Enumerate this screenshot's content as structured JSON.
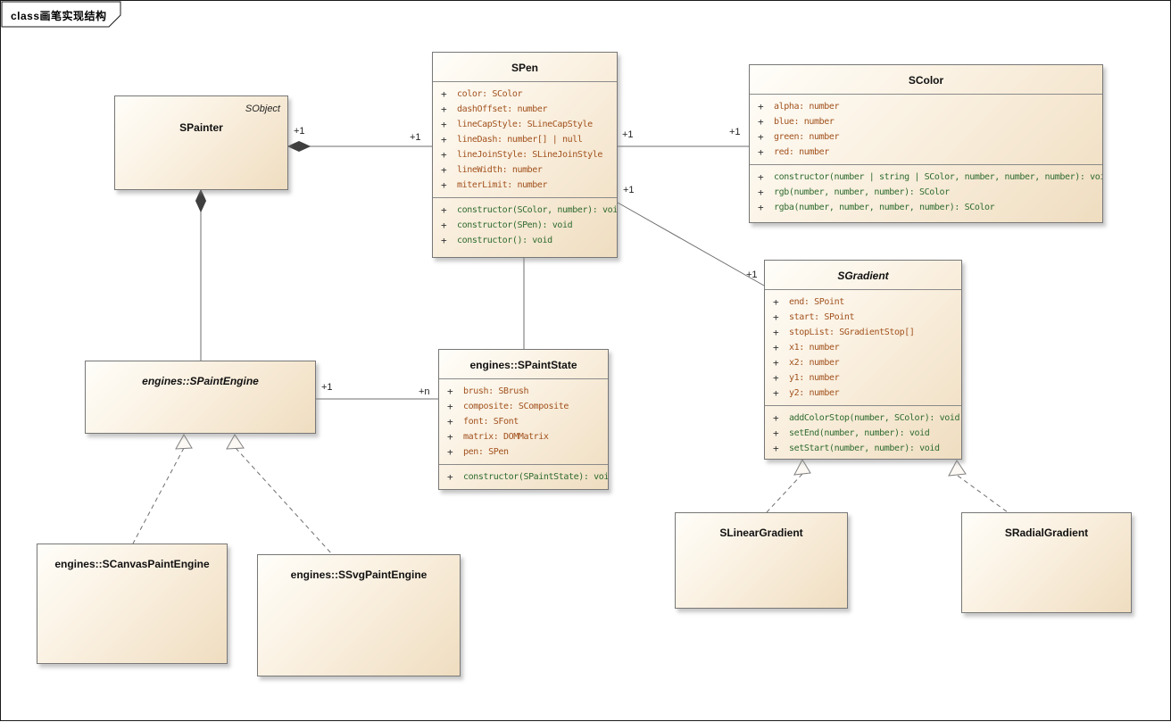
{
  "frame": {
    "label": "class画笔实现结构"
  },
  "ui": {
    "plus": "+"
  },
  "labels": {
    "one": "+1",
    "n": "+n"
  },
  "palette": {
    "box_border": "#777777",
    "box_fill_top": "#fffef9",
    "box_fill_bottom": "#efddc0",
    "attribute_text": "#a1511d",
    "method_text": "#2e6b2e",
    "edge_line": "#6e6e6e",
    "diamond_fill": "#3f3f3f"
  },
  "classes": {
    "spainter": {
      "stereotype": "SObject",
      "name": "SPainter"
    },
    "spen": {
      "name": "SPen",
      "attributes": [
        "color: SColor",
        "dashOffset: number",
        "lineCapStyle: SLineCapStyle",
        "lineDash: number[] | null",
        "lineJoinStyle: SLineJoinStyle",
        "lineWidth: number",
        "miterLimit: number"
      ],
      "methods": [
        "constructor(SColor, number): void",
        "constructor(SPen): void",
        "constructor(): void"
      ]
    },
    "scolor": {
      "name": "SColor",
      "attributes": [
        "alpha: number",
        "blue: number",
        "green: number",
        "red: number"
      ],
      "methods": [
        "constructor(number | string | SColor, number, number, number): void",
        "rgb(number, number, number): SColor",
        "rgba(number, number, number, number): SColor"
      ]
    },
    "sgradient": {
      "name": "SGradient",
      "attributes": [
        "end: SPoint",
        "start: SPoint",
        "stopList: SGradientStop[]",
        "x1: number",
        "x2: number",
        "y1: number",
        "y2: number"
      ],
      "methods": [
        "addColorStop(number, SColor): void",
        "setEnd(number, number): void",
        "setStart(number, number): void"
      ]
    },
    "spaintstate": {
      "name": "engines::SPaintState",
      "attributes": [
        "brush: SBrush",
        "composite: SComposite",
        "font: SFont",
        "matrix: DOMMatrix",
        "pen: SPen"
      ],
      "methods": [
        "constructor(SPaintState): void"
      ]
    },
    "spaintengine": {
      "name": "engines::SPaintEngine"
    },
    "scanvaspaintengine": {
      "name": "engines::SCanvasPaintEngine"
    },
    "ssvgpaintengine": {
      "name": "engines::SSvgPaintEngine"
    },
    "slineargradient": {
      "name": "SLinearGradient"
    },
    "sradialgradient": {
      "name": "SRadialGradient"
    }
  }
}
